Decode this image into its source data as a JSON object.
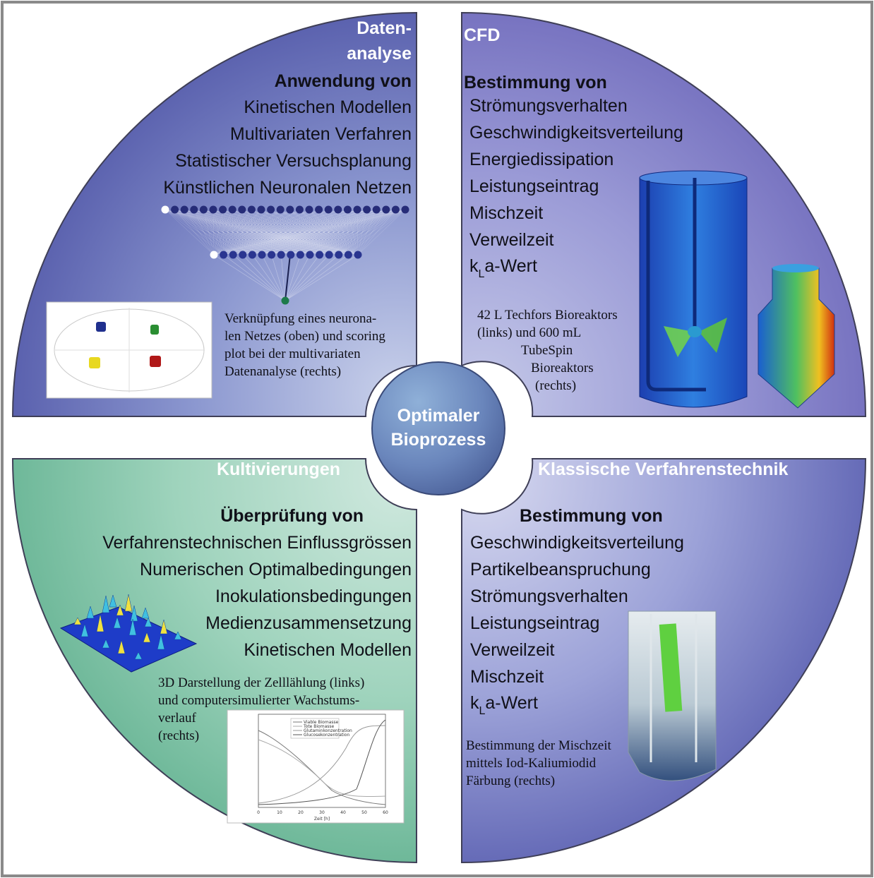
{
  "center": {
    "line1": "Optimaler",
    "line2": "Bioprozess"
  },
  "q1": {
    "header1": "Daten-",
    "header2": "analyse",
    "subtitle": "Anwendung von",
    "items": [
      "Kinetischen Modellen",
      "Multivariaten Verfahren",
      "Statistischer Versuchsplanung",
      "Künstlichen Neuronalen Netzen"
    ],
    "caption": [
      "Verknüpfung eines neurona-",
      "len Netzes (oben) und scoring",
      "plot bei der multivariaten",
      "Datenanalyse (rechts)"
    ]
  },
  "q2": {
    "header": "CFD",
    "subtitle": "Bestimmung von",
    "items": [
      "Strömungsverhalten",
      "Geschwindigkeitsverteilung",
      "Energiedissipation",
      "Leistungseintrag",
      "Mischzeit",
      "Verweilzeit"
    ],
    "kla_k": "k",
    "kla_sub": "L",
    "kla_rest": "a-Wert",
    "caption": [
      "42 L Techfors Bioreaktors",
      "(links) und 600 mL",
      "TubeSpin",
      "Bioreaktors",
      "(rechts)"
    ]
  },
  "q3": {
    "header": "Kultivierungen",
    "subtitle": "Überprüfung von",
    "items": [
      "Verfahrenstechnischen Einflussgrössen",
      "Numerischen Optimalbedingungen",
      "Inokulationsbedingungen",
      "Medienzusammensetzung",
      "Kinetischen Modellen"
    ],
    "caption": [
      "3D Darstellung der Zelllählung (links)",
      "und computersimulierter Wachstums-",
      "verlauf",
      "(rechts)"
    ],
    "plot": {
      "legend": [
        "Viable Biomasse",
        "Tote Biomasse",
        "Glutaminkonzentration",
        "Glucosekonzentration"
      ],
      "xlabel": "Zeit [h]",
      "xticks": [
        "0",
        "10",
        "20",
        "30",
        "40",
        "50",
        "60"
      ]
    }
  },
  "q4": {
    "header": "Klassische Verfahrenstechnik",
    "subtitle": "Bestimmung von",
    "items": [
      "Geschwindigkeitsverteilung",
      "Partikelbeanspruchung",
      "Strömungsverhalten",
      "Leistungseintrag",
      "Verweilzeit",
      "Mischzeit"
    ],
    "kla_k": "k",
    "kla_sub": "L",
    "kla_rest": "a-Wert",
    "caption": [
      "Bestimmung der Mischzeit",
      "mittels Iod-Kaliumiodid",
      "Färbung (rechts)"
    ]
  },
  "colors": {
    "purple": "#5a5fae",
    "green": "#5db38f",
    "center": "#6f8fc0"
  }
}
